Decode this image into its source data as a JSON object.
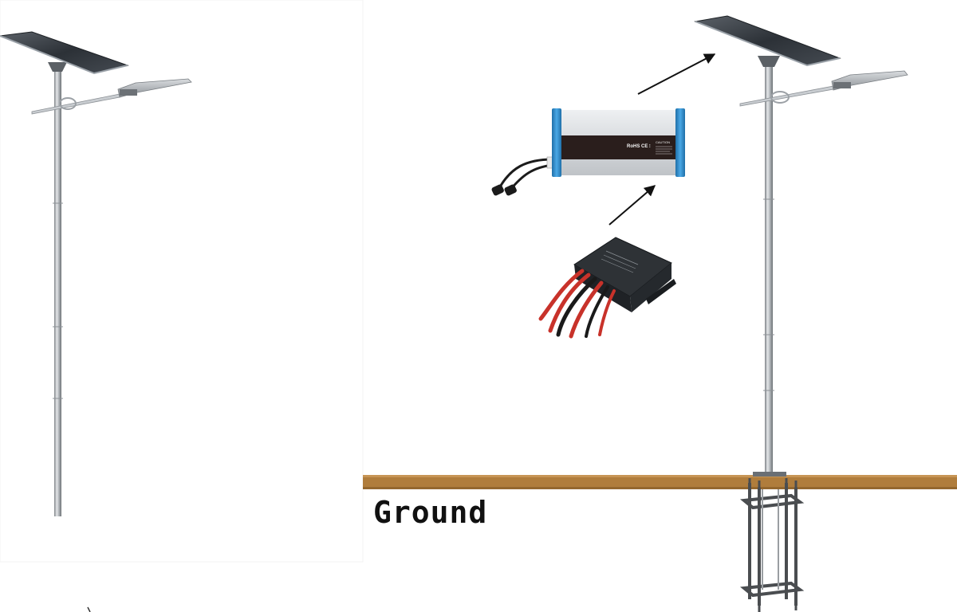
{
  "ground": {
    "label": "Ground",
    "color": "#b07d3c"
  },
  "battery": {
    "marking": "RoHS CE ⫶",
    "caution_title": "CAUTION",
    "frame_color": "#2f8fd0",
    "body_color": "#d8dadc",
    "panel_color": "#2a1e1c"
  },
  "controller": {
    "body_color": "#2e3236",
    "wire_colors": [
      "#c8322a",
      "#1a1a1a"
    ]
  },
  "icons": {
    "left_pole": "solar-street-light-icon",
    "right_pole": "solar-street-light-icon",
    "battery": "lithium-battery-icon",
    "controller": "solar-charge-controller-icon",
    "foundation": "anchor-cage-icon"
  }
}
